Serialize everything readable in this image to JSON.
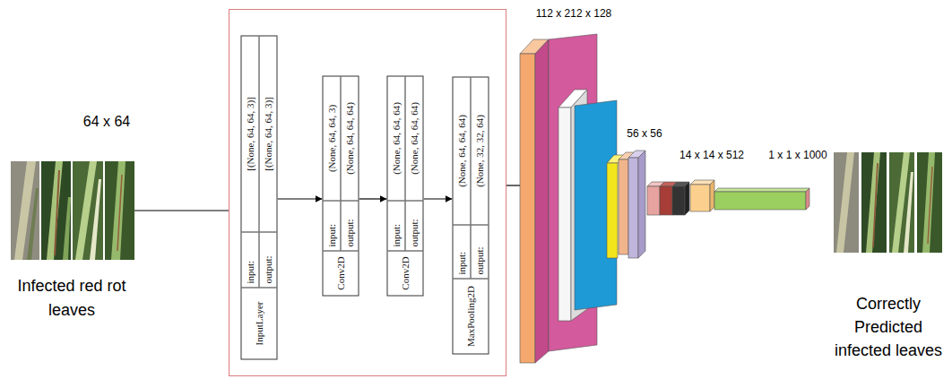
{
  "diagram": {
    "nodes": [
      {
        "text": []
      },
      {
        "text": [
          "InputLayer",
          "input:",
          "output:",
          "[(None, 64, 64, 3)]",
          "[(None, 64, 64, 3)]"
        ],
        "in": 0
      },
      {
        "text": [
          "Conv2D",
          "input:",
          "output:",
          "(None, 64, 64, 3)",
          "(None, 64, 64, 64)"
        ],
        "in": 0
      },
      {
        "text": [
          "Conv2D",
          "input:",
          "output:",
          "(None, 64, 64, 64)",
          "(None, 64, 64, 64)"
        ],
        "in": 0
      },
      {
        "text": [
          "MaxPooling2D",
          "input:",
          "output:",
          "(None, 64, 64, 64)",
          "(None, 32, 32, 64)"
        ],
        "in": 0
      }
    ],
    "edges": [
      {
        "from": 1,
        "to": 2,
        "arrow": "to"
      },
      {
        "from": 2,
        "to": 3,
        "arrow": "to"
      },
      {
        "from": 3,
        "to": 4,
        "arrow": "to"
      }
    ],
    "labels": [
      "64 x 64",
      "Infected red rot leaves",
      "112 x 212 x 128",
      "56 x 56",
      "14 x 14 x 512",
      "1 x 1 x 1000",
      "Correctly Predicted infected leaves"
    ]
  }
}
